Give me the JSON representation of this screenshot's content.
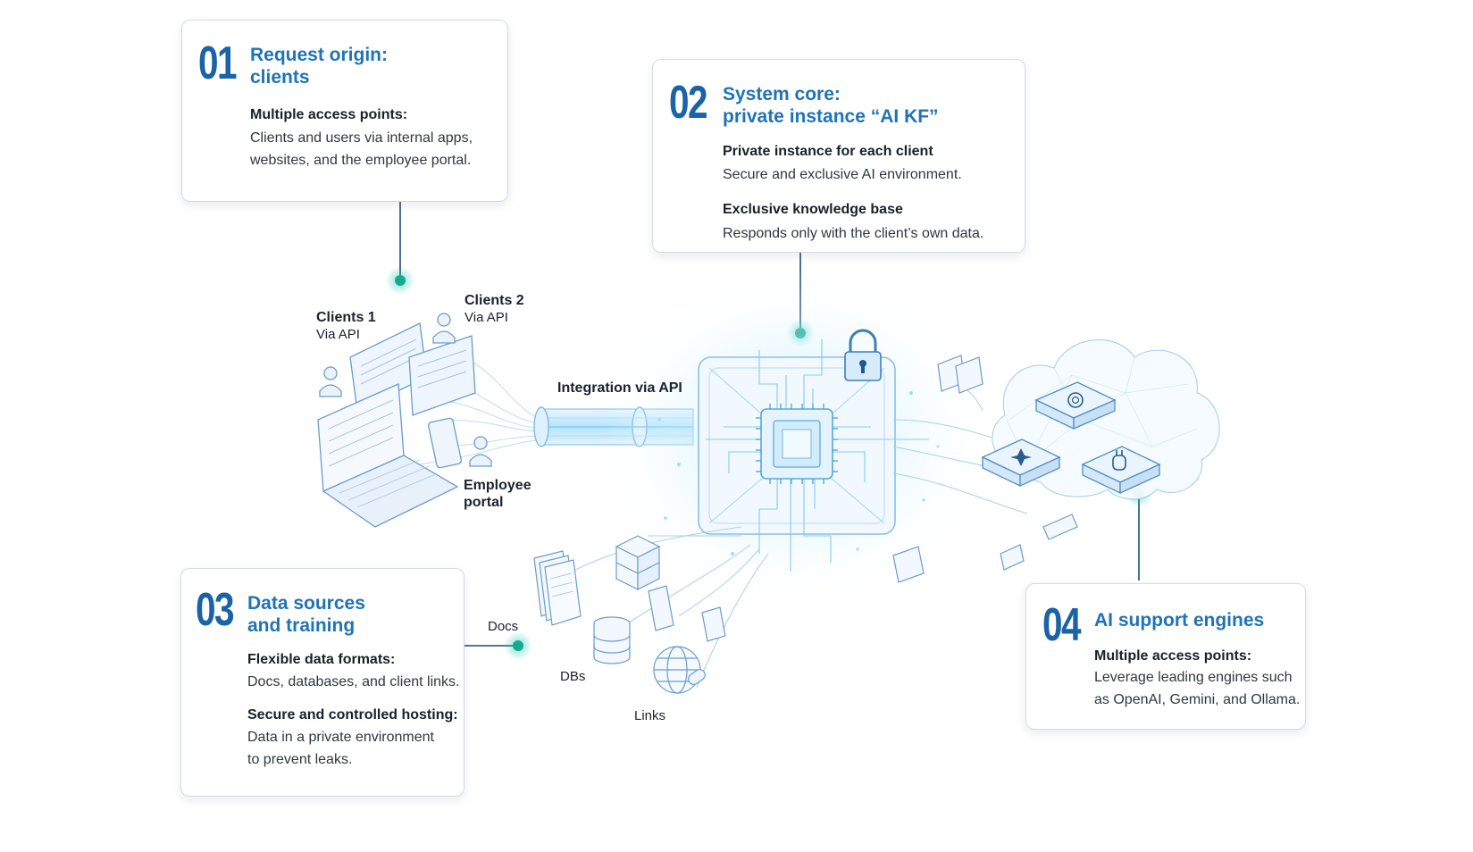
{
  "cards": {
    "c1": {
      "num": "01",
      "title": [
        "Request origin:",
        "clients"
      ],
      "sub1": "Multiple access points:",
      "text1": [
        "Clients and users via internal apps,",
        "websites, and the employee portal."
      ]
    },
    "c2": {
      "num": "02",
      "title": [
        "System core:",
        "private instance “AI KF”"
      ],
      "sub1": "Private instance for each client",
      "text1": "Secure and exclusive AI environment.",
      "sub2": "Exclusive knowledge base",
      "text2": "Responds only with the client’s own data."
    },
    "c3": {
      "num": "03",
      "title": [
        "Data sources",
        "and training"
      ],
      "sub1": "Flexible data formats:",
      "text1": "Docs, databases, and client links.",
      "sub2": "Secure and controlled hosting:",
      "text2": [
        "Data in a private environment",
        "to prevent leaks."
      ]
    },
    "c4": {
      "num": "04",
      "title": [
        "AI support engines"
      ],
      "sub1": "Multiple access points:",
      "text1": [
        "Leverage leading engines such",
        "as OpenAI, Gemini, and Ollama."
      ]
    }
  },
  "labels": {
    "clients1": {
      "name": "Clients 1",
      "sub": "Via API"
    },
    "clients2": {
      "name": "Clients 2",
      "sub": "Via API"
    },
    "employee": [
      "Employee",
      "portal"
    ],
    "integration": "Integration via API",
    "docs": "Docs",
    "dbs": "DBs",
    "links": "Links"
  },
  "colors": {
    "accent": "#1f73b7",
    "number": "#1a63a8",
    "line": "#1e4c6e",
    "glow": "#19c7a8",
    "illustration": "#7fb8e6"
  },
  "icons": [
    "lock-icon",
    "chip-icon",
    "laptop-icon",
    "tablet-icon",
    "phone-icon",
    "user-icon",
    "database-icon",
    "document-icon",
    "globe-icon",
    "cloud-icon",
    "openai-icon",
    "gemini-icon",
    "ollama-icon"
  ]
}
